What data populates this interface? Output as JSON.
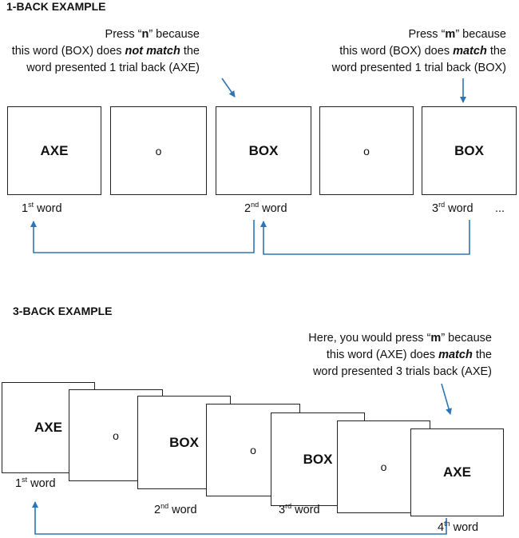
{
  "one_back": {
    "heading": "1-BACK EXAMPLE",
    "note_left": {
      "line1_pre": "Press “",
      "line1_key": "n",
      "line1_post": "” because",
      "line2_pre": "this word (BOX) does ",
      "line2_em": "not match",
      "line2_post": " the",
      "line3": "word presented 1 trial back (AXE)"
    },
    "note_right": {
      "line1_pre": "Press “",
      "line1_key": "m",
      "line1_post": "” because",
      "line2_pre": "this word (BOX) does ",
      "line2_em": "match",
      "line2_post": " the",
      "line3": "word presented 1 trial back (BOX)"
    },
    "boxes": [
      "AXE",
      "o",
      "BOX",
      "o",
      "BOX"
    ],
    "labels": [
      {
        "num": "1",
        "sup": "st",
        "text": " word"
      },
      {
        "num": "2",
        "sup": "nd",
        "text": " word"
      },
      {
        "num": "3",
        "sup": "rd",
        "text": " word"
      }
    ],
    "ellipsis": "..."
  },
  "three_back": {
    "heading": "3-BACK EXAMPLE",
    "note": {
      "line1_pre": "Here, you would press “",
      "line1_key": "m",
      "line1_post": "” because",
      "line2_pre": "this word (AXE) does ",
      "line2_em": "match",
      "line2_post": " the",
      "line3": "word presented 3 trials back (AXE)"
    },
    "boxes": [
      "AXE",
      "o",
      "BOX",
      "o",
      "BOX",
      "o",
      "AXE"
    ],
    "labels": [
      {
        "num": "1",
        "sup": "st",
        "text": " word"
      },
      {
        "num": "2",
        "sup": "nd",
        "text": " word"
      },
      {
        "num": "3",
        "sup": "rd",
        "text": " word"
      },
      {
        "num": "4",
        "sup": "th",
        "text": " word"
      }
    ]
  },
  "colors": {
    "arrow": "#2e75b6",
    "border": "#222222"
  }
}
